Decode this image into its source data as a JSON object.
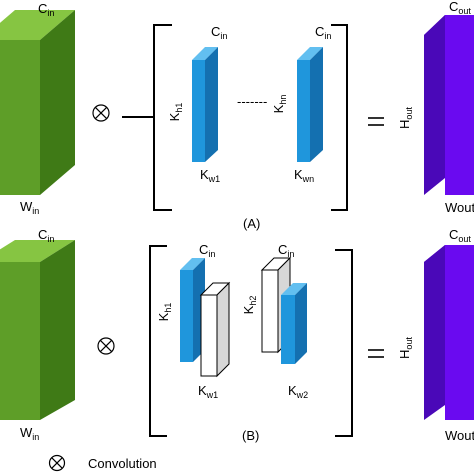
{
  "colors": {
    "green_front": "#5e9e28",
    "green_side": "#3f7a16",
    "green_top": "#86c542",
    "purple_front": "#6a0af0",
    "purple_side": "#4a08b8",
    "blue_front": "#1f96dc",
    "blue_side": "#1470b0",
    "blue_top": "#62bff0",
    "white_front": "#ffffff",
    "white_side": "#d7d7d7",
    "line": "#000000"
  },
  "panel_a": {
    "input_top": {
      "base": "C",
      "sub": "in"
    },
    "input_bottom": {
      "base": "W",
      "sub": "in"
    },
    "operator": "⊗",
    "kernel1_top": {
      "base": "C",
      "sub": "in"
    },
    "kernel1_left": {
      "base": "K",
      "sub": "h1"
    },
    "kernel1_bottom": {
      "base": "K",
      "sub": "w1"
    },
    "ellipsis": "-------",
    "kernel2_top": {
      "base": "C",
      "sub": "in"
    },
    "kernel2_left": {
      "base": "K",
      "sub": "hn"
    },
    "kernel2_bottom": {
      "base": "K",
      "sub": "wn"
    },
    "equals": "=",
    "output_left": {
      "base": "H",
      "sub": "out"
    },
    "output_top": {
      "base": "C",
      "sub": "out"
    },
    "output_bottom": "Wout",
    "caption": "(A)"
  },
  "panel_b": {
    "input_top": {
      "base": "C",
      "sub": "in"
    },
    "input_bottom": {
      "base": "W",
      "sub": "in"
    },
    "operator": "⊗",
    "kernel1_top": {
      "base": "C",
      "sub": "in"
    },
    "kernel1_left": {
      "base": "K",
      "sub": "h1"
    },
    "kernel1_bottom": {
      "base": "K",
      "sub": "w1"
    },
    "kernel2_top": {
      "base": "C",
      "sub": "in"
    },
    "kernel2_left": {
      "base": "K",
      "sub": "h2"
    },
    "kernel2_bottom": {
      "base": "K",
      "sub": "w2"
    },
    "equals": "=",
    "output_left": {
      "base": "H",
      "sub": "out"
    },
    "output_top": {
      "base": "C",
      "sub": "out"
    },
    "output_bottom": "Wout",
    "caption": "(B)"
  },
  "legend": {
    "symbol": "⊗",
    "label": "Convolution"
  }
}
